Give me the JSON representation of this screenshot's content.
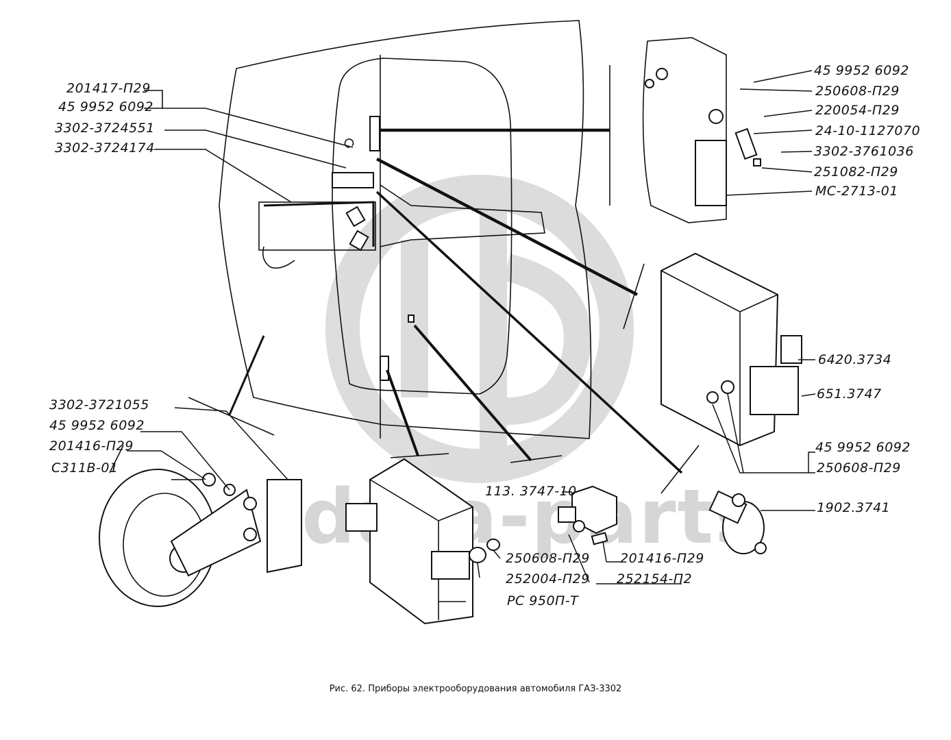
{
  "caption": "Рис. 62. Приборы электрооборудования автомобиля ГАЗ-3302",
  "watermark": {
    "text": "data-parts",
    "color": "#d6d6d6"
  },
  "labels": {
    "top_left": [
      "201417-П29",
      "45 9952 6092",
      "3302-3724551",
      "3302-3724174"
    ],
    "top_right": [
      "45 9952 6092",
      "250608-П29",
      "220054-П29",
      "24-10-1127070",
      "3302-3761036",
      "251082-П29",
      "МС-2713-01"
    ],
    "right_middle": [
      "6420.3734",
      "651.3747",
      "45 9952 6092",
      "250608-П29",
      "1902.3741"
    ],
    "bottom_left": [
      "3302-3721055",
      "45 9952 6092",
      "201416-П29",
      "С311В-01"
    ],
    "bottom_center": [
      "113. 3747-10",
      "250608-П29",
      "201416-П29",
      "252004-П29",
      "252154-П2",
      "РС 950П-Т"
    ]
  }
}
